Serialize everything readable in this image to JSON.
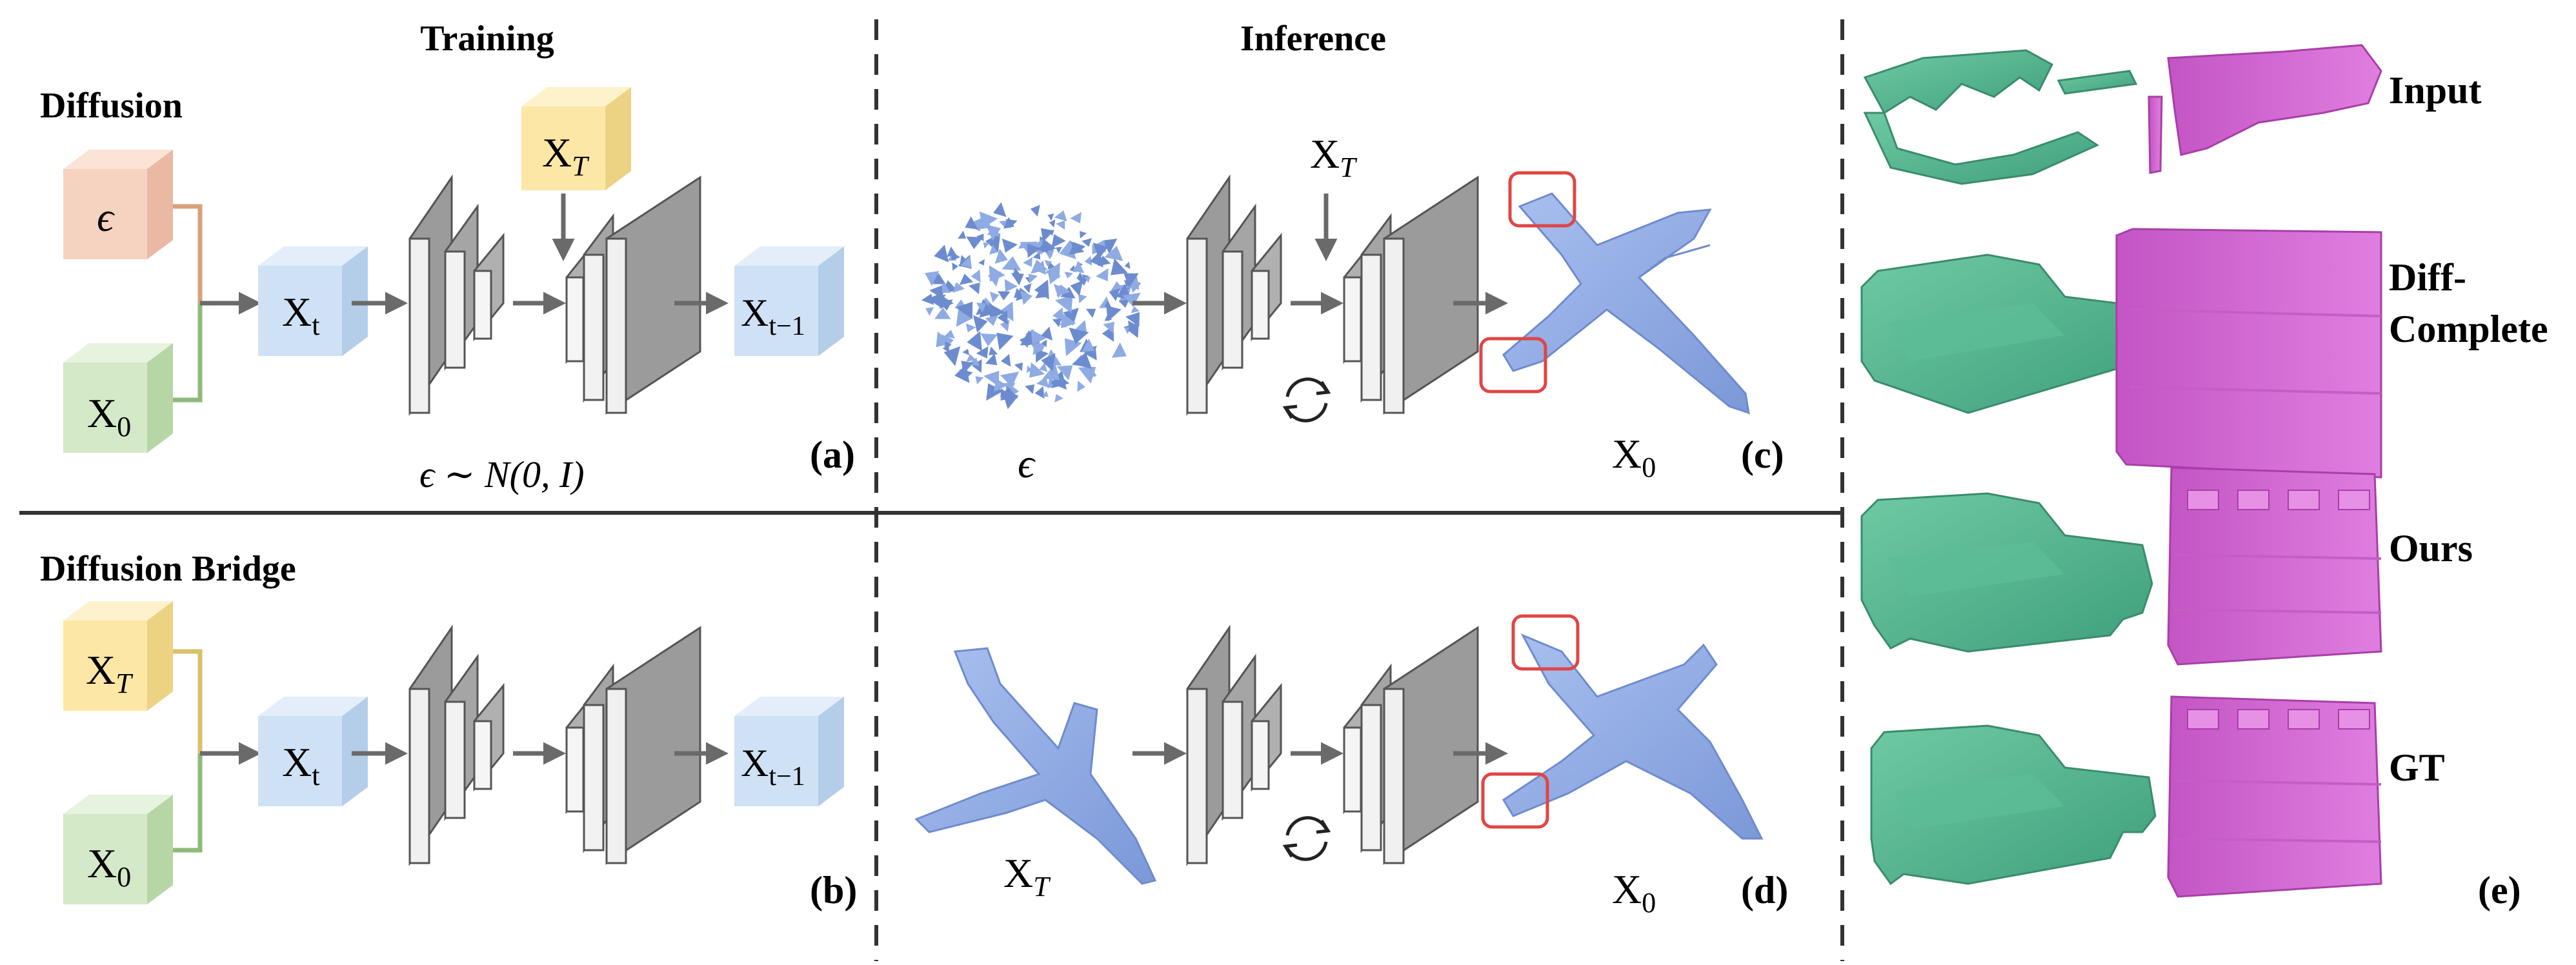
{
  "titles": {
    "training": "Training",
    "inference": "Inference",
    "diffusion": "Diffusion",
    "diffusion_bridge": "Diffusion Bridge"
  },
  "symbols": {
    "epsilon": "ϵ",
    "x_T_base": "X",
    "x_T_sub": "T",
    "x_t_base": "X",
    "x_t_sub": "t",
    "x_0_base": "X",
    "x_0_sub": "0",
    "x_tm1_base": "X",
    "x_tm1_sub": "t−1",
    "noise_dist": "ϵ ∼ N(0, I)"
  },
  "panels": {
    "a": "(a)",
    "b": "(b)",
    "c": "(c)",
    "d": "(d)",
    "e": "(e)"
  },
  "rows": {
    "input": "Input",
    "diff_complete_1": "Diff-",
    "diff_complete_2": "Complete",
    "ours": "Ours",
    "gt": "GT"
  },
  "colors": {
    "epsilon_cube": "#f6d2c0",
    "x0_cube": "#d3e9c8",
    "xT_cube": "#fde7a6",
    "xt_cube": "#cfe2f5",
    "network": "#f0f0f0",
    "network_dark": "#9b9b9b",
    "airplane": "#8eabe3",
    "sofa": "#4fb790",
    "shelf": "#d86ad6",
    "highlight_box": "#e04545",
    "arrow": "#6a6a6a",
    "divider": "#333333"
  }
}
